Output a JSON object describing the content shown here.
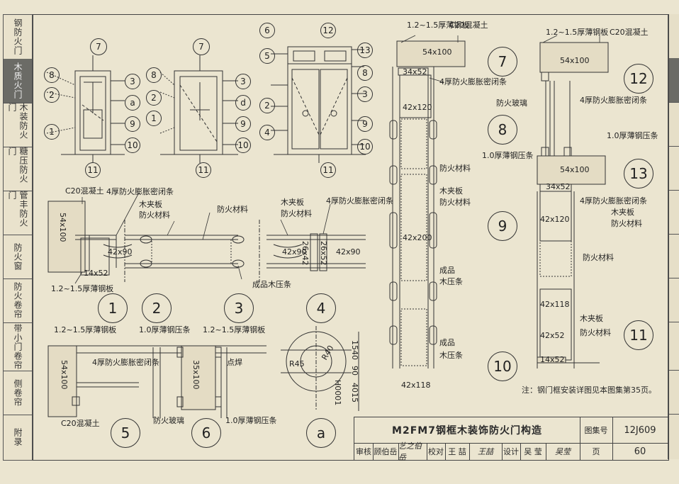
{
  "nav": {
    "left": [
      "钢防火门",
      "木质火门",
      "木装防火门",
      "糖压防火门",
      "管丰防火门",
      "防火窗",
      "防火卷帘",
      "带小门卷帘",
      "侧卷帘",
      "附录"
    ],
    "active_index": 1
  },
  "labels": {
    "c20": "C20混凝土",
    "steel_plate": "1.2~1.5厚薄钢板",
    "seal_strip": "4厚防火膨胀密闭条",
    "wood_board": "木夹板",
    "fire_material": "防火材料",
    "finished_bead": "成品木压条",
    "finished": "成品",
    "wood_bead": "木压条",
    "fire_glass": "防火玻璃",
    "steel_bead": "1.0厚薄钢压条",
    "spot_weld": "点焊",
    "dim_54x100": "54x100",
    "dim_42x90": "42x90",
    "dim_14x52": "14x52",
    "dim_26x42": "26x42",
    "dim_26x52": "26x52",
    "dim_42x120": "42x120",
    "dim_42x200": "42x200",
    "dim_42x118": "42x118",
    "dim_42x52": "42x52",
    "dim_35x100": "35x100",
    "dim_34x52": "34x52",
    "dim_r45": "R45",
    "dim_r40": "R40",
    "dim_1540": "1540",
    "dim_90": "90",
    "dim_4015": "4015",
    "dim_h0001": "H0001"
  },
  "markers": {
    "left_door": [
      "8",
      "2",
      "1",
      "7",
      "3",
      "a",
      "9",
      "10",
      "11"
    ],
    "mid_door": [
      "8",
      "2",
      "1",
      "7",
      "3",
      "d",
      "9",
      "10",
      "11"
    ],
    "right_door": [
      "6",
      "5",
      "2",
      "4",
      "12",
      "13",
      "8",
      "3",
      "9",
      "10",
      "11"
    ]
  },
  "details": [
    "1",
    "2",
    "3",
    "4",
    "5",
    "6",
    "a",
    "7",
    "8",
    "9",
    "10",
    "11",
    "12",
    "13"
  ],
  "note": "注：钢门框安装详图见本图集第35页。",
  "title_block": {
    "title": "M2FM7钢框木装饰防火门构造",
    "atlas_label": "图集号",
    "atlas_no": "12J609",
    "review_label": "审核",
    "reviewer": "顾伯岳",
    "reviewer_sign": "艺之伯岳",
    "check_label": "校对",
    "checker": "王 喆",
    "checker_sign": "王喆",
    "design_label": "设计",
    "designer": "吴 莹",
    "designer_sign": "吴莹",
    "page_label": "页",
    "page_no": "60"
  }
}
